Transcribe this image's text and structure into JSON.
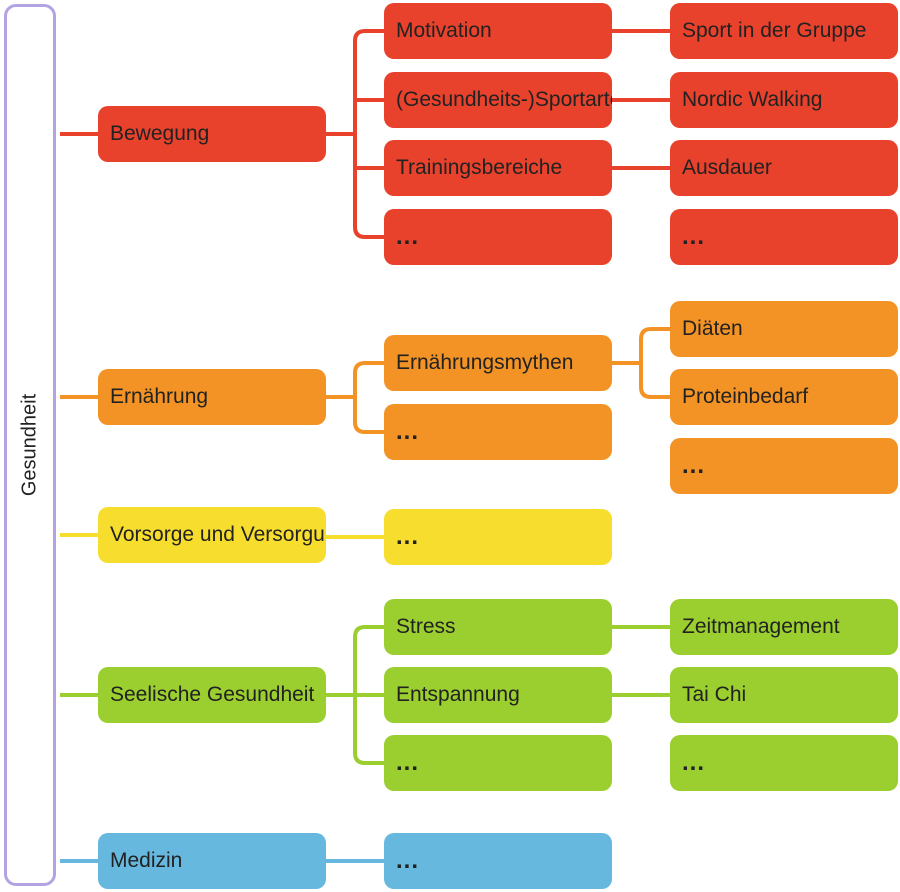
{
  "colors": {
    "root_border": "#b3a3e3",
    "bewegung": "#e8412c",
    "ernaehrung": "#f39325",
    "vorsorge": "#f7de2e",
    "seelische": "#9bcf2f",
    "medizin": "#67b8de"
  },
  "root": {
    "label": "Gesundheit"
  },
  "branches": {
    "bewegung": {
      "label": "Bewegung",
      "sub": [
        {
          "label": "Motivation",
          "leaf": "Sport in der Gruppe"
        },
        {
          "label": "(Gesundheits-)Sportarten",
          "leaf": "Nordic Walking"
        },
        {
          "label": "Trainingsbereiche",
          "leaf": "Ausdauer"
        },
        {
          "label": "...",
          "leaf": "..."
        }
      ]
    },
    "ernaehrung": {
      "label": "Ernährung",
      "sub": [
        {
          "label": "Ernährungsmythen",
          "leaves": [
            "Diäten",
            "Proteinbedarf",
            "..."
          ]
        },
        {
          "label": "..."
        }
      ]
    },
    "vorsorge": {
      "label": "Vorsorge und Versorgung",
      "sub": [
        {
          "label": "..."
        }
      ]
    },
    "seelische": {
      "label": "Seelische Gesundheit",
      "sub": [
        {
          "label": "Stress",
          "leaf": "Zeitmanagement"
        },
        {
          "label": "Entspannung",
          "leaf": "Tai Chi"
        },
        {
          "label": "...",
          "leaf": "..."
        }
      ]
    },
    "medizin": {
      "label": "Medizin",
      "sub": [
        {
          "label": "..."
        }
      ]
    }
  }
}
